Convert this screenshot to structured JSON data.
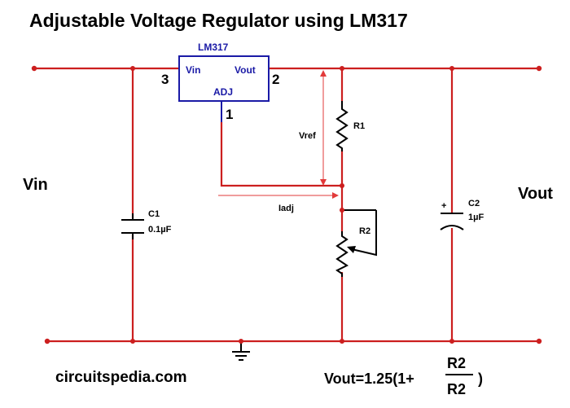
{
  "title": "Adjustable Voltage Regulator using LM317",
  "regulator": {
    "name": "LM317",
    "pin_vin": "Vin",
    "pin_vout": "Vout",
    "pin_adj": "ADJ",
    "pin_num_vin": "3",
    "pin_num_vout": "2",
    "pin_num_adj": "1"
  },
  "terminals": {
    "input": "Vin",
    "output": "Vout"
  },
  "components": {
    "c1_name": "C1",
    "c1_value": "0.1µF",
    "c2_name": "C2",
    "c2_value": "1µF",
    "c2_polarity": "+",
    "r1_name": "R1",
    "r2_name": "R2"
  },
  "annotations": {
    "vref": "Vref",
    "iadj": "Iadj"
  },
  "footer": {
    "site": "circuitspedia.com",
    "formula_prefix": "Vout=1.25(1+",
    "formula_numerator": "R2",
    "formula_denominator": "R2",
    "formula_suffix": ")"
  },
  "colors": {
    "wire": "#cc1f1f",
    "ic_outline": "#1a1aa6",
    "component": "#000000"
  }
}
